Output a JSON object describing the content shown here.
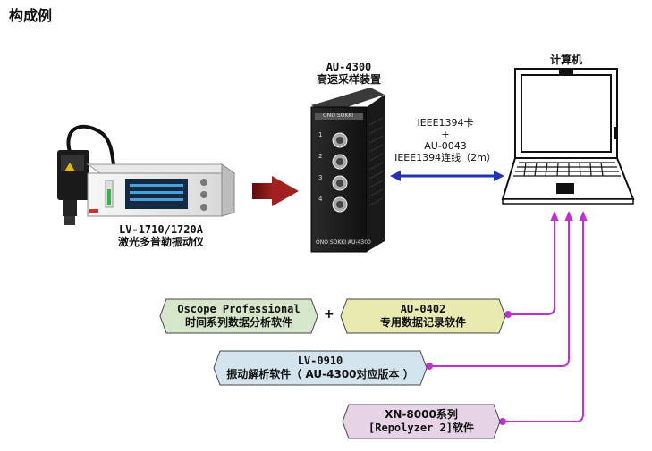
{
  "page_title": "构成例",
  "devices": {
    "vibrometer": {
      "line1": "LV-1710/1720A",
      "line2": "激光多普勒振动仪"
    },
    "sampler": {
      "line1": "AU-4300",
      "line2": "高速采样装置",
      "brand": "ONO SOKKI",
      "model": "ONO SOKKI AU-4300",
      "ports": [
        "1",
        "2",
        "3",
        "4"
      ]
    },
    "computer": {
      "label": "计算机"
    }
  },
  "connection": {
    "line1": "IEEE1394卡",
    "line2": "+",
    "line3": "AU-0043",
    "line4": "IEEE1394连线（2m）"
  },
  "software": {
    "oscope": {
      "line1": "Oscope Professional",
      "line2": "时间系列数据分析软件"
    },
    "plus": "+",
    "au0402": {
      "line1": "AU-0402",
      "line2": "专用数据记录软件"
    },
    "lv0910": {
      "line1": "LV-0910",
      "line2": "振动解析软件（ AU-4300对应版本 ）"
    },
    "xn8000": {
      "line1": "XN-8000系列",
      "line2": "[Repolyzer 2]软件"
    }
  },
  "colors": {
    "oscope_fill": "#d5e6cb",
    "au0402_fill": "#e8eab0",
    "lv0910_fill": "#d4e4ee",
    "xn8000_fill": "#e6d3e6",
    "arrow_red": "#8b1a1a",
    "link_blue": "#2233bb",
    "link_purple": "#c030d0"
  }
}
